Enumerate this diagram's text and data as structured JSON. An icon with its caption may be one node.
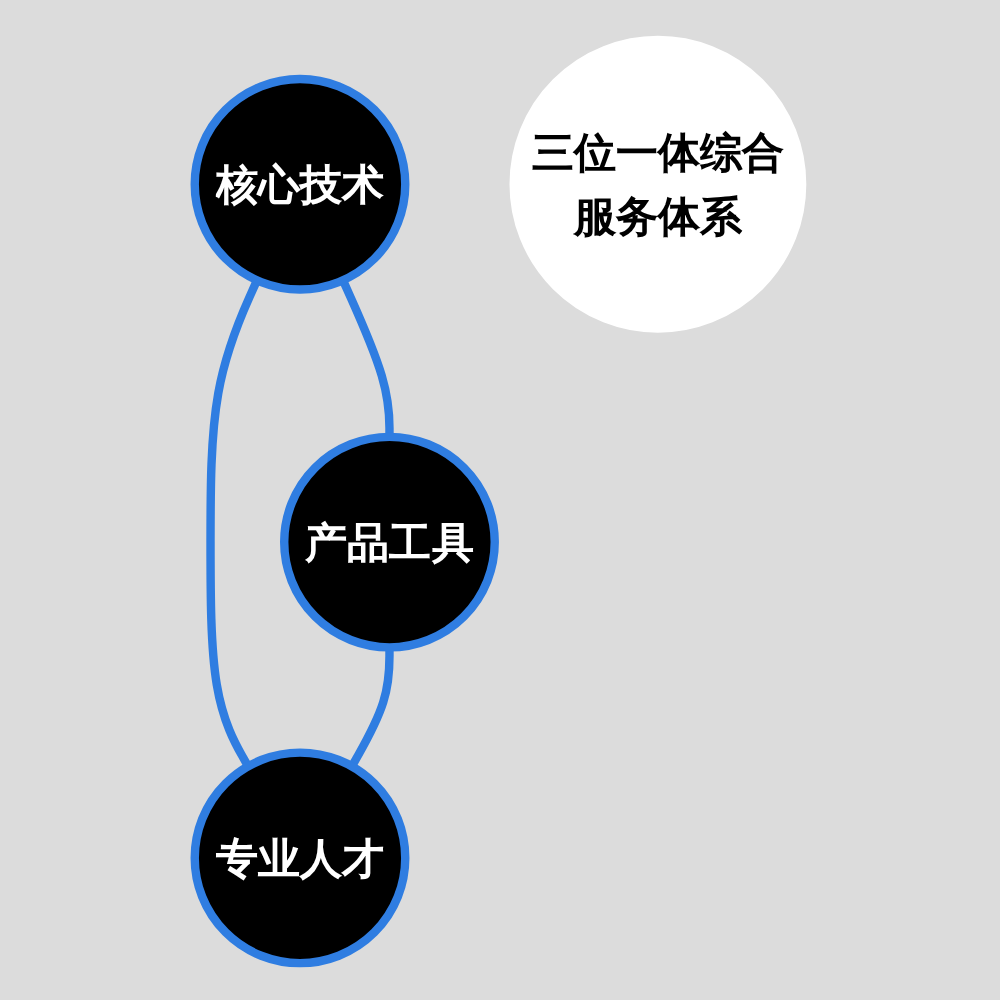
{
  "diagram": {
    "nodes": [
      {
        "text": [
          "核心技术"
        ]
      },
      {
        "text": [
          "产品工具"
        ]
      },
      {
        "text": [
          "专业人才"
        ]
      },
      {
        "text": [
          "三位一体综合服务体系"
        ]
      }
    ],
    "edges": [
      {
        "from": 0,
        "to": 1,
        "arrow": "none"
      },
      {
        "from": 0,
        "to": 2,
        "arrow": "none"
      },
      {
        "from": 1,
        "to": 2,
        "arrow": "none"
      }
    ]
  }
}
